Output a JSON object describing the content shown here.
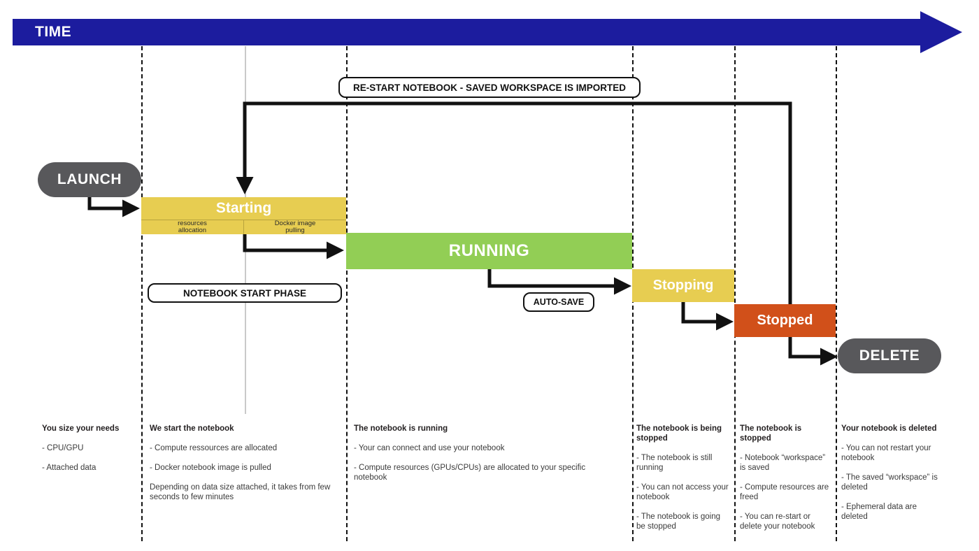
{
  "header": {
    "time_label": "TIME"
  },
  "pills": {
    "launch": "LAUNCH",
    "delete": "DELETE"
  },
  "notes": {
    "restart": "RE-START NOTEBOOK - SAVED WORKSPACE IS IMPORTED",
    "start_phase": "NOTEBOOK START PHASE",
    "auto_save": "AUTO-SAVE"
  },
  "states": {
    "starting": {
      "label": "Starting",
      "sub_left": "resources\nallocation",
      "sub_left_line1": "resources",
      "sub_left_line2": "allocation",
      "sub_right_line1": "Docker image",
      "sub_right_line2": "pulling"
    },
    "running": {
      "label": "RUNNING"
    },
    "stopping": {
      "label": "Stopping"
    },
    "stopped": {
      "label": "Stopped"
    }
  },
  "colors": {
    "time_bar": "#1c1c9e",
    "starting": "#e7cd51",
    "running": "#92ce55",
    "stopping": "#e7cd51",
    "stopped": "#d1501a",
    "pill": "#58585b",
    "guide_line": "#111111",
    "soft_line": "#c9c9c9"
  },
  "columns": [
    {
      "title": "You size your needs",
      "items": [
        "- CPU/GPU",
        "- Attached data"
      ]
    },
    {
      "title": "We start the notebook",
      "items": [
        "- Compute ressources are allocated",
        "- Docker notebook image is pulled",
        "Depending on data size attached, it takes from few seconds to few minutes"
      ]
    },
    {
      "title": "The notebook is running",
      "items": [
        "- Your can connect and use your notebook",
        "- Compute resources (GPUs/CPUs) are allocated to your specific notebook"
      ]
    },
    {
      "title": "The notebook is being stopped",
      "items": [
        "- The notebook is still running",
        "- You can not access your notebook",
        "- The notebook is going be stopped"
      ]
    },
    {
      "title": "The notebook is stopped",
      "items": [
        "- Notebook “workspace” is saved",
        "- Compute resources are freed",
        "- You can re-start or delete your notebook"
      ]
    },
    {
      "title": "Your notebook is deleted",
      "items": [
        "- You can not restart your notebook",
        "- The saved “workspace” is deleted",
        "- Ephemeral data are deleted"
      ]
    }
  ]
}
